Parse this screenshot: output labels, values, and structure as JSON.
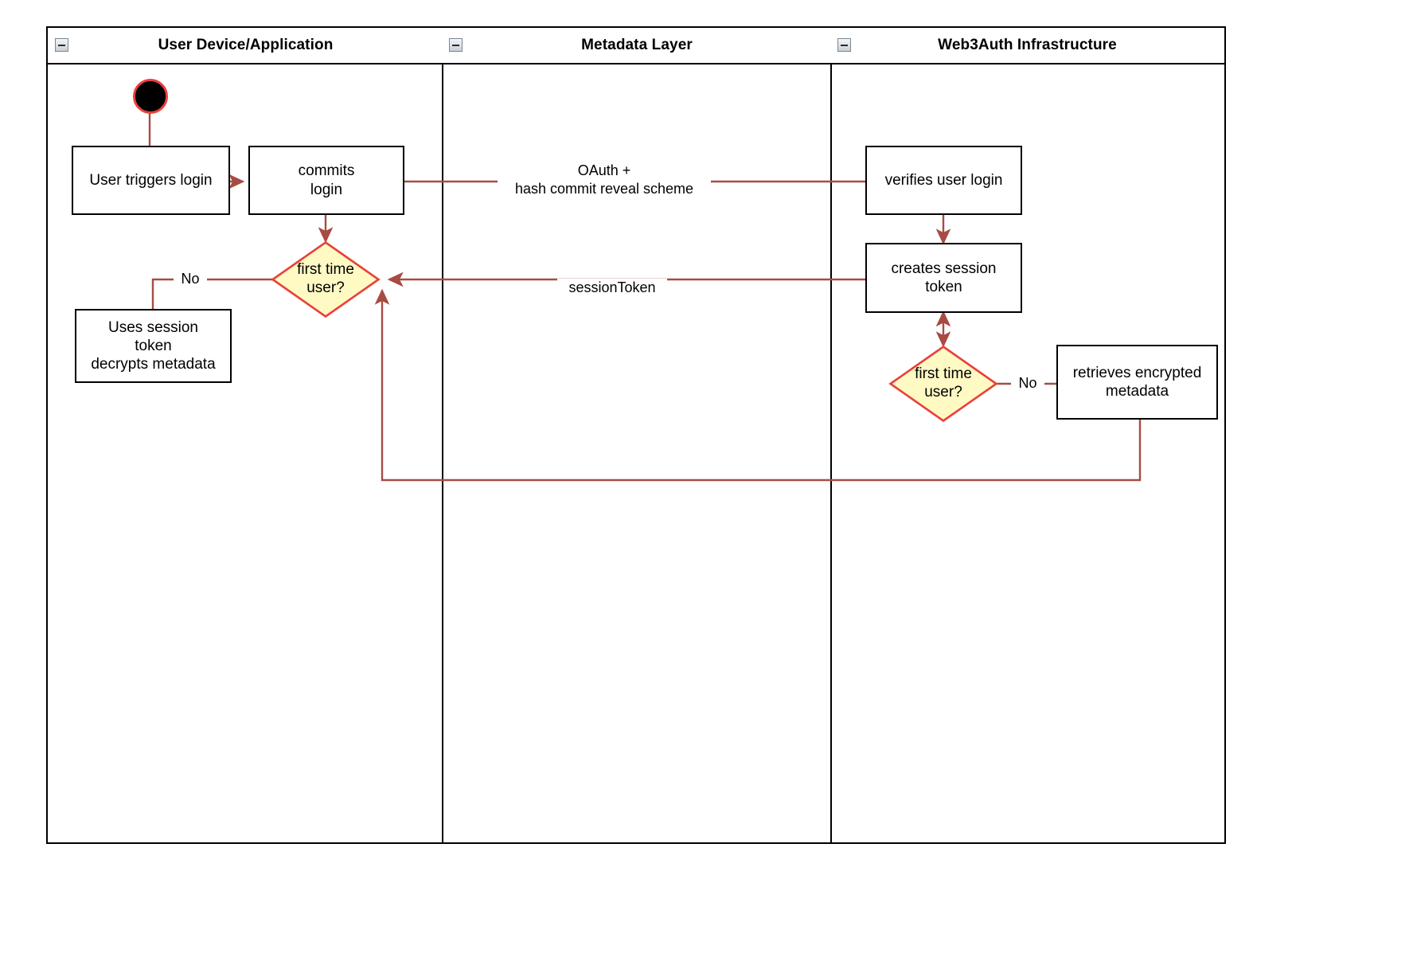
{
  "diagram": {
    "type": "swimlane-activity-flowchart",
    "accent_line_color": "#A84B43",
    "decision_fill": "#FFF9C4",
    "decision_stroke": "#E8413A",
    "node_stroke": "#000000",
    "lanes": [
      {
        "id": "lane-user",
        "title": "User Device/Application",
        "collapse_icon": "collapse-minus-icon"
      },
      {
        "id": "lane-metadata",
        "title": "Metadata Layer",
        "collapse_icon": "collapse-minus-icon"
      },
      {
        "id": "lane-web3auth",
        "title": "Web3Auth Infrastructure",
        "collapse_icon": "collapse-minus-icon"
      }
    ],
    "nodes": {
      "start": {
        "shape": "initial-state",
        "label": ""
      },
      "user_triggers_login": {
        "shape": "rect",
        "label": "User triggers login",
        "lane": "lane-user"
      },
      "commits_login": {
        "shape": "rect",
        "label": "commits\nlogin",
        "lane": "lane-user"
      },
      "first_time_user_left": {
        "shape": "decision",
        "label": "first time\nuser?",
        "lane": "lane-user"
      },
      "uses_session_token": {
        "shape": "rect",
        "label": "Uses session\ntoken\ndecrypts metadata",
        "lane": "lane-user"
      },
      "verifies_user_login": {
        "shape": "rect",
        "label": "verifies user login",
        "lane": "lane-web3auth"
      },
      "creates_session_token": {
        "shape": "rect",
        "label": "creates session\ntoken",
        "lane": "lane-web3auth"
      },
      "first_time_user_right": {
        "shape": "decision",
        "label": "first time\nuser?",
        "lane": "lane-web3auth"
      },
      "retrieves_encrypted_metadata": {
        "shape": "rect",
        "label": "retrieves encrypted\nmetadata",
        "lane": "lane-web3auth"
      }
    },
    "edge_labels": {
      "oauth": "OAuth +\nhash commit reveal scheme",
      "session_token": "sessionToken",
      "no_left": "No",
      "no_right": "No"
    }
  }
}
